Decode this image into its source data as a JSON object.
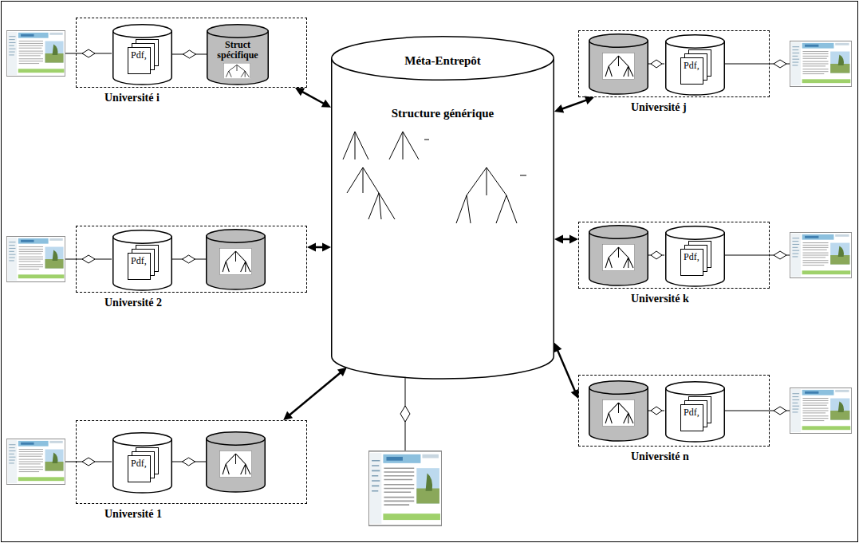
{
  "diagram": {
    "nodes": [
      {
        "text": [
          "Université i"
        ]
      },
      {
        "text": [
          "Pdf,"
        ],
        "in": 0
      },
      {
        "text": [
          "Struct spécifique"
        ],
        "in": 0
      },
      {
        "text": [
          "Université j"
        ]
      },
      {
        "text": [
          "Pdf,"
        ],
        "in": 3
      },
      {
        "text": [
          "Méta-Entrepôt",
          "Structure générique"
        ]
      },
      {
        "text": [
          "Université 2"
        ]
      },
      {
        "text": [
          "Pdf,"
        ],
        "in": 6
      },
      {
        "text": [
          "Université k"
        ]
      },
      {
        "text": [
          "Pdf,"
        ],
        "in": 8
      },
      {
        "text": [
          "Université n"
        ]
      },
      {
        "text": [
          "Pdf,"
        ],
        "in": 10
      },
      {
        "text": [
          "Université 1"
        ]
      },
      {
        "text": [
          "Pdf,"
        ],
        "in": 12
      }
    ],
    "edges": [
      {
        "from": 1,
        "to": 2,
        "arrow": "none"
      },
      {
        "from": 5,
        "to": 0,
        "arrow": "both"
      },
      {
        "from": 5,
        "to": 3,
        "arrow": "both"
      },
      {
        "from": 5,
        "to": 6,
        "arrow": "both"
      },
      {
        "from": 5,
        "to": 8,
        "arrow": "both"
      },
      {
        "from": 5,
        "to": 10,
        "arrow": "both"
      },
      {
        "from": 5,
        "to": 12,
        "arrow": "both"
      }
    ]
  }
}
